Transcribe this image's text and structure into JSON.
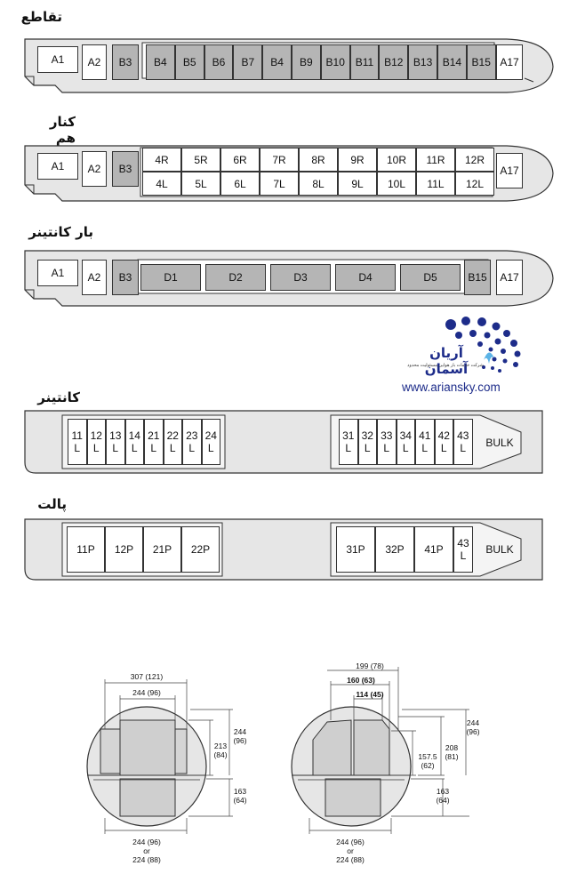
{
  "sections": {
    "s1_title": "تقاطع",
    "s2_title": "کنار هم",
    "s3_title": "بار کانتینر",
    "s4_title": "کانتینر",
    "s5_title": "پالت"
  },
  "row1": [
    "A1",
    "A2",
    "B3",
    "B4",
    "B5",
    "B6",
    "B7",
    "B4",
    "B9",
    "B10",
    "B11",
    "B12",
    "B13",
    "B14",
    "B15",
    "A17"
  ],
  "row2": {
    "front": [
      "A1",
      "A2",
      "B3"
    ],
    "right": [
      "4R",
      "5R",
      "6R",
      "7R",
      "8R",
      "9R",
      "10R",
      "11R",
      "12R"
    ],
    "left": [
      "4L",
      "5L",
      "6L",
      "7L",
      "8L",
      "9L",
      "10L",
      "11L",
      "12L"
    ],
    "rear": "A17"
  },
  "row3": [
    "A1",
    "A2",
    "B3",
    "D1",
    "D2",
    "D3",
    "D4",
    "D5",
    "B15",
    "A17"
  ],
  "row4": {
    "front": [
      "11",
      "12",
      "13",
      "14",
      "21",
      "22",
      "23",
      "24"
    ],
    "rear": [
      "31",
      "32",
      "33",
      "34",
      "41",
      "42",
      "43"
    ],
    "suffix": "L",
    "bulk": "BULK"
  },
  "row5": {
    "front": [
      "11P",
      "12P",
      "21P",
      "22P"
    ],
    "rear": [
      "31P",
      "32P",
      "41P"
    ],
    "split_top": "43",
    "split_bottom": "L",
    "bulk": "BULK"
  },
  "logo": {
    "name": "آریان آسمان",
    "tagline": "شرکت خدمات بار هوایی مسئولیت محدود",
    "url": "www.ariansky.com",
    "dot_color": "#1d2c8a",
    "bird_color": "#5bb3e6"
  },
  "cross_sections": {
    "left": {
      "top_width": "307 (121)",
      "inner_width": "244 (96)",
      "upper_height": "213\n(84)",
      "upper_total": "244\n(96)",
      "lower_height": "163\n(64)",
      "bottom_width_1": "244 (96)",
      "bottom_or": "or",
      "bottom_width_2": "224 (88)"
    },
    "right": {
      "top_width": "199 (78)",
      "w2": "160 (63)",
      "w3": "114 (45)",
      "upper_total": "244\n(96)",
      "mid_height": "208\n(81)",
      "small_height": "157.5\n(62)",
      "lower_height": "163\n(64)",
      "bottom_width_1": "244 (96)",
      "bottom_or": "or",
      "bottom_width_2": "224 (88)"
    }
  }
}
